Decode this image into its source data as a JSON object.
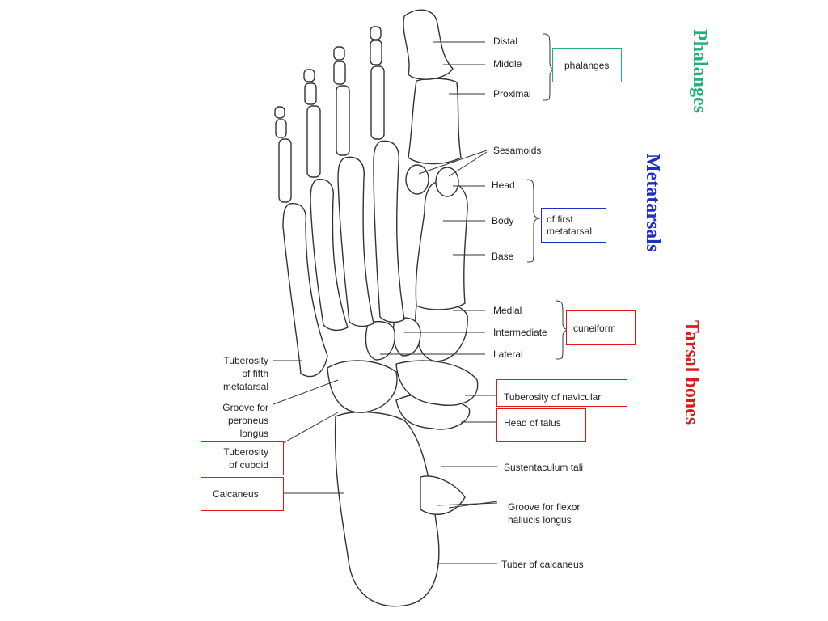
{
  "titles": {
    "phalanges": "Phalanges",
    "metatarsals": "Metatarsals",
    "tarsal_bones": "Tarsal bones"
  },
  "colors": {
    "phalanges": "#20b07a",
    "metatarsals": "#1f2fc0",
    "tarsal_bones": "#e01a1a",
    "bone_outline": "#333333",
    "bone_fill": "#ffffff"
  },
  "labels": {
    "distal": "Distal",
    "middle": "Middle",
    "proximal": "Proximal",
    "phalanges_box": "phalanges",
    "sesamoids": "Sesamoids",
    "head": "Head",
    "body": "Body",
    "base": "Base",
    "first_metatarsal_line1": "of first",
    "first_metatarsal_line2": "metatarsal",
    "medial": "Medial",
    "intermediate": "Intermediate",
    "lateral": "Lateral",
    "cuneiform": "cuneiform",
    "tuberosity_navicular": "Tuberosity of navicular",
    "head_of_talus": "Head of talus",
    "sustentaculum": "Sustentaculum tali",
    "groove_flexor_1": "Groove for flexor",
    "groove_flexor_2": "hallucis longus",
    "tuber_calcaneus": "Tuber of calcaneus",
    "tuberosity_fifth_1": "Tuberosity",
    "tuberosity_fifth_2": "of fifth",
    "tuberosity_fifth_3": "metatarsal",
    "groove_peroneus_1": "Groove for",
    "groove_peroneus_2": "peroneus",
    "groove_peroneus_3": "longus",
    "tuberosity_cuboid_1": "Tuberosity",
    "tuberosity_cuboid_2": "of cuboid",
    "calcaneus": "Calcaneus"
  }
}
